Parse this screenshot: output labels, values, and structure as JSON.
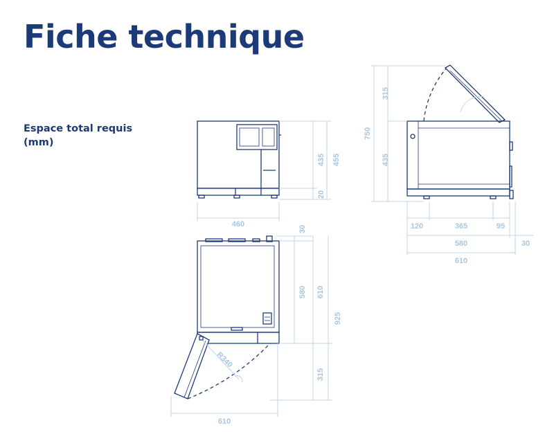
{
  "title": "Fiche technique",
  "subtitle": "Espace total requis (mm)",
  "colors": {
    "heading": "#1c3a78",
    "machine": "#1c3a78",
    "dimension": "#a9c6e2"
  },
  "front_view": {
    "width": "460",
    "body_height": "435",
    "total_height": "455",
    "feet_height": "20"
  },
  "side_view": {
    "lid_open_height": "315",
    "body_height": "435",
    "total_height": "750",
    "rear_clearance": "120",
    "feet_span": "365",
    "front_overhang": "95",
    "depth": "580",
    "front_gap": "30",
    "total_depth": "610"
  },
  "top_view": {
    "rear_gap": "30",
    "body_depth": "580",
    "depth_total": "610",
    "door_swing": "315",
    "total_depth": "925",
    "door_radius": "R340",
    "total_width": "610"
  }
}
